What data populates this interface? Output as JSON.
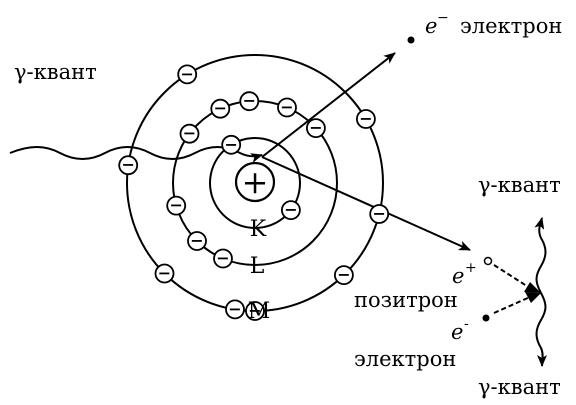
{
  "labels": {
    "gamma_incoming": "γ-квант",
    "electron_top_symbol": "e",
    "electron_top_charge": "−",
    "electron_top_word": "электрон",
    "gamma_up": "γ-квант",
    "gamma_down": "γ-квант",
    "positron_symbol": "e",
    "positron_charge": "+",
    "positron_word": "позитрон",
    "electron_bottom_symbol": "e",
    "electron_bottom_charge": "-",
    "electron_bottom_word": "электрон"
  },
  "atom": {
    "nucleus_charge": "+",
    "electron_charge": "−",
    "shells": [
      {
        "name": "K",
        "electrons": 2
      },
      {
        "name": "L",
        "electrons": 8
      },
      {
        "name": "M",
        "electrons": 8
      }
    ]
  },
  "colors": {
    "ink": "#000000",
    "background": "#ffffff"
  }
}
